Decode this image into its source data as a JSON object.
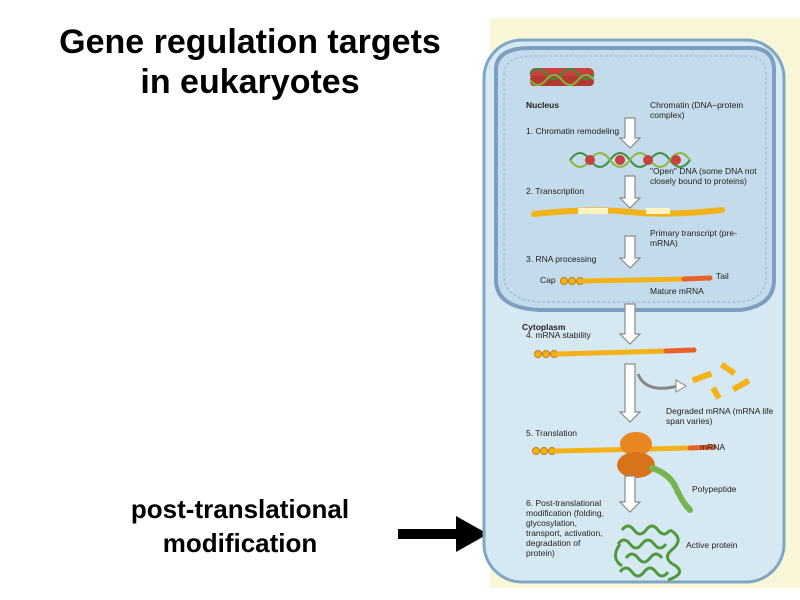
{
  "slide": {
    "title_line1": "Gene regulation targets",
    "title_line2": "in eukaryotes",
    "annotation_line1": "post-translational",
    "annotation_line2": "modification"
  },
  "diagram": {
    "nucleus_label": "Nucleus",
    "cytoplasm_label": "Cytoplasm",
    "steps": [
      "1. Chromatin remodeling",
      "2. Transcription",
      "3. RNA processing",
      "4. mRNA stability",
      "5. Translation",
      "6. Post-translational modification (folding, glycosylation, transport, activation, degradation of protein)"
    ],
    "labels": {
      "chromatin": "Chromatin (DNA–protein complex)",
      "open_dna": "\"Open\" DNA (some DNA not closely bound to proteins)",
      "primary_transcript": "Primary transcript (pre-mRNA)",
      "cap": "Cap",
      "tail": "Tail",
      "mature_mrna": "Mature mRNA",
      "degraded_mrna": "Degraded mRNA (mRNA life span varies)",
      "mrna": "mRNA",
      "polypeptide": "Polypeptide",
      "active_protein": "Active protein"
    },
    "colors": {
      "cell_fill": "#d6e8f2",
      "cell_border": "#7da7c5",
      "nucleus_fill": "#c4dbeb",
      "mrna": "#f2b21a",
      "tail": "#e8612a",
      "ribosome": "#e8861f",
      "polypeptide": "#74b551",
      "chromatin_red": "#c8413a",
      "dna_green": "#3d8f3e"
    }
  }
}
